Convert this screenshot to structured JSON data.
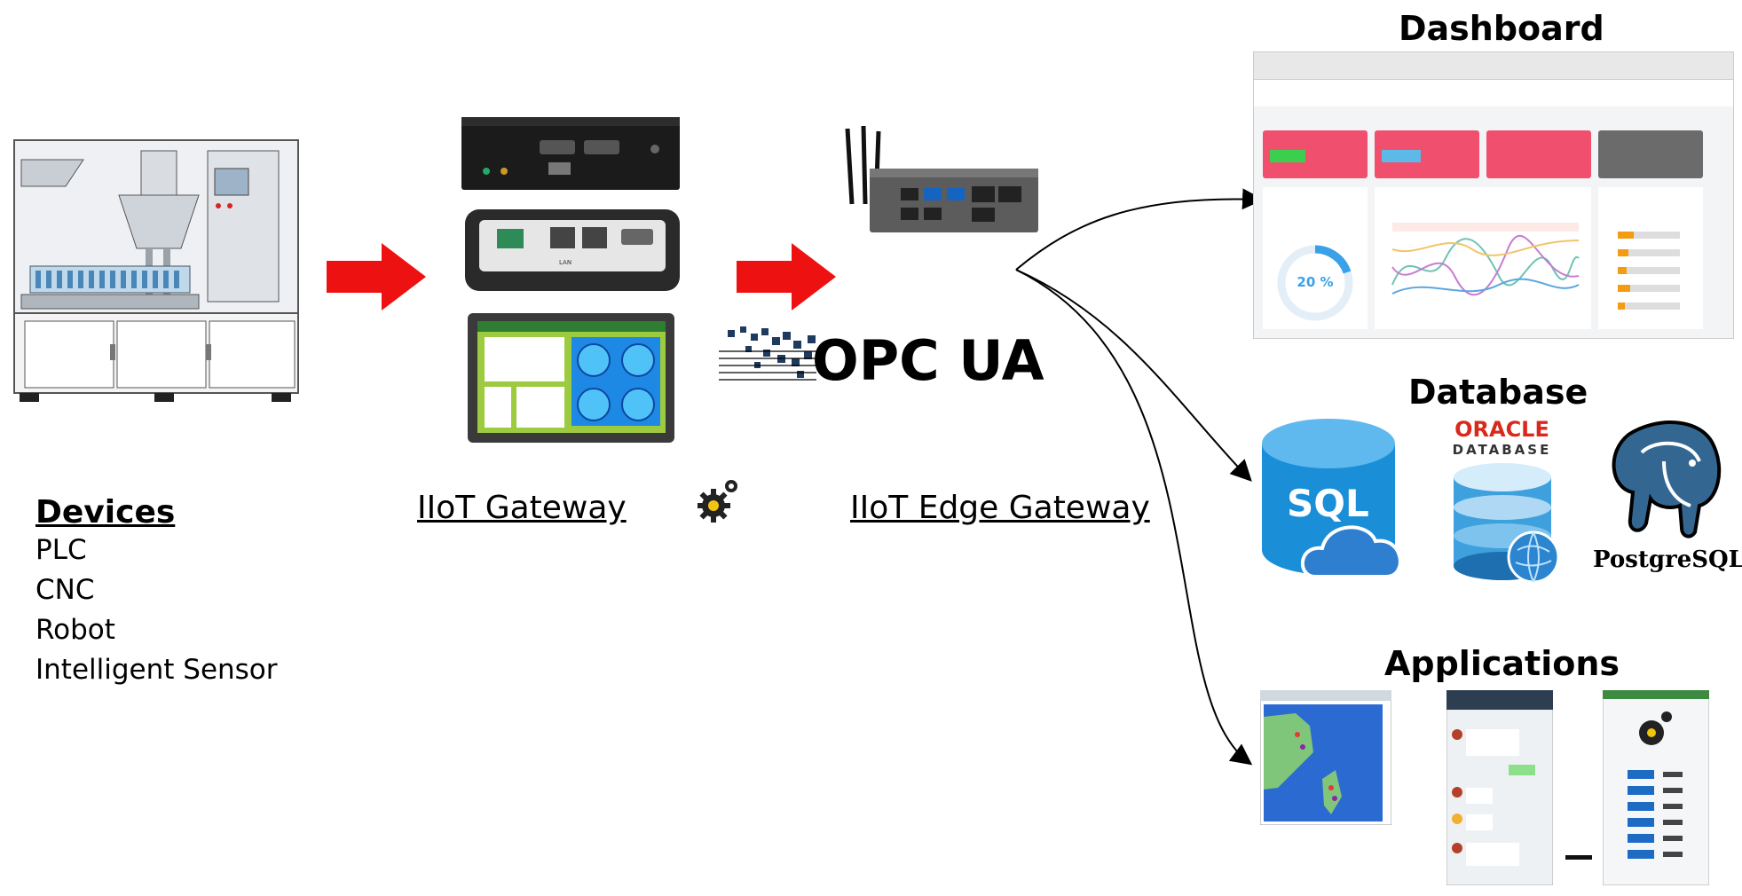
{
  "devices": {
    "title": "Devices",
    "items": [
      "PLC",
      "CNC",
      "Robot",
      "Intelligent Sensor"
    ]
  },
  "iiot_gateway": {
    "label": "IIoT Gateway"
  },
  "edge_gateway": {
    "label": "IIoT Edge Gateway",
    "protocol_logo": "OPC UA"
  },
  "dashboard": {
    "title": "Dashboard",
    "gauge_value": "20 %",
    "accent_colors": [
      "#f0506e",
      "#f0506e",
      "#f0506e",
      "#6b6b6b"
    ]
  },
  "database": {
    "title": "Database",
    "sql_logo": "SQL",
    "oracle_logo": "ORACLE",
    "oracle_sub": "DATABASE",
    "postgres_logo": "PostgreSQL"
  },
  "applications": {
    "title": "Applications"
  },
  "colors": {
    "arrow": "#ee1111",
    "connector": "#000000"
  }
}
